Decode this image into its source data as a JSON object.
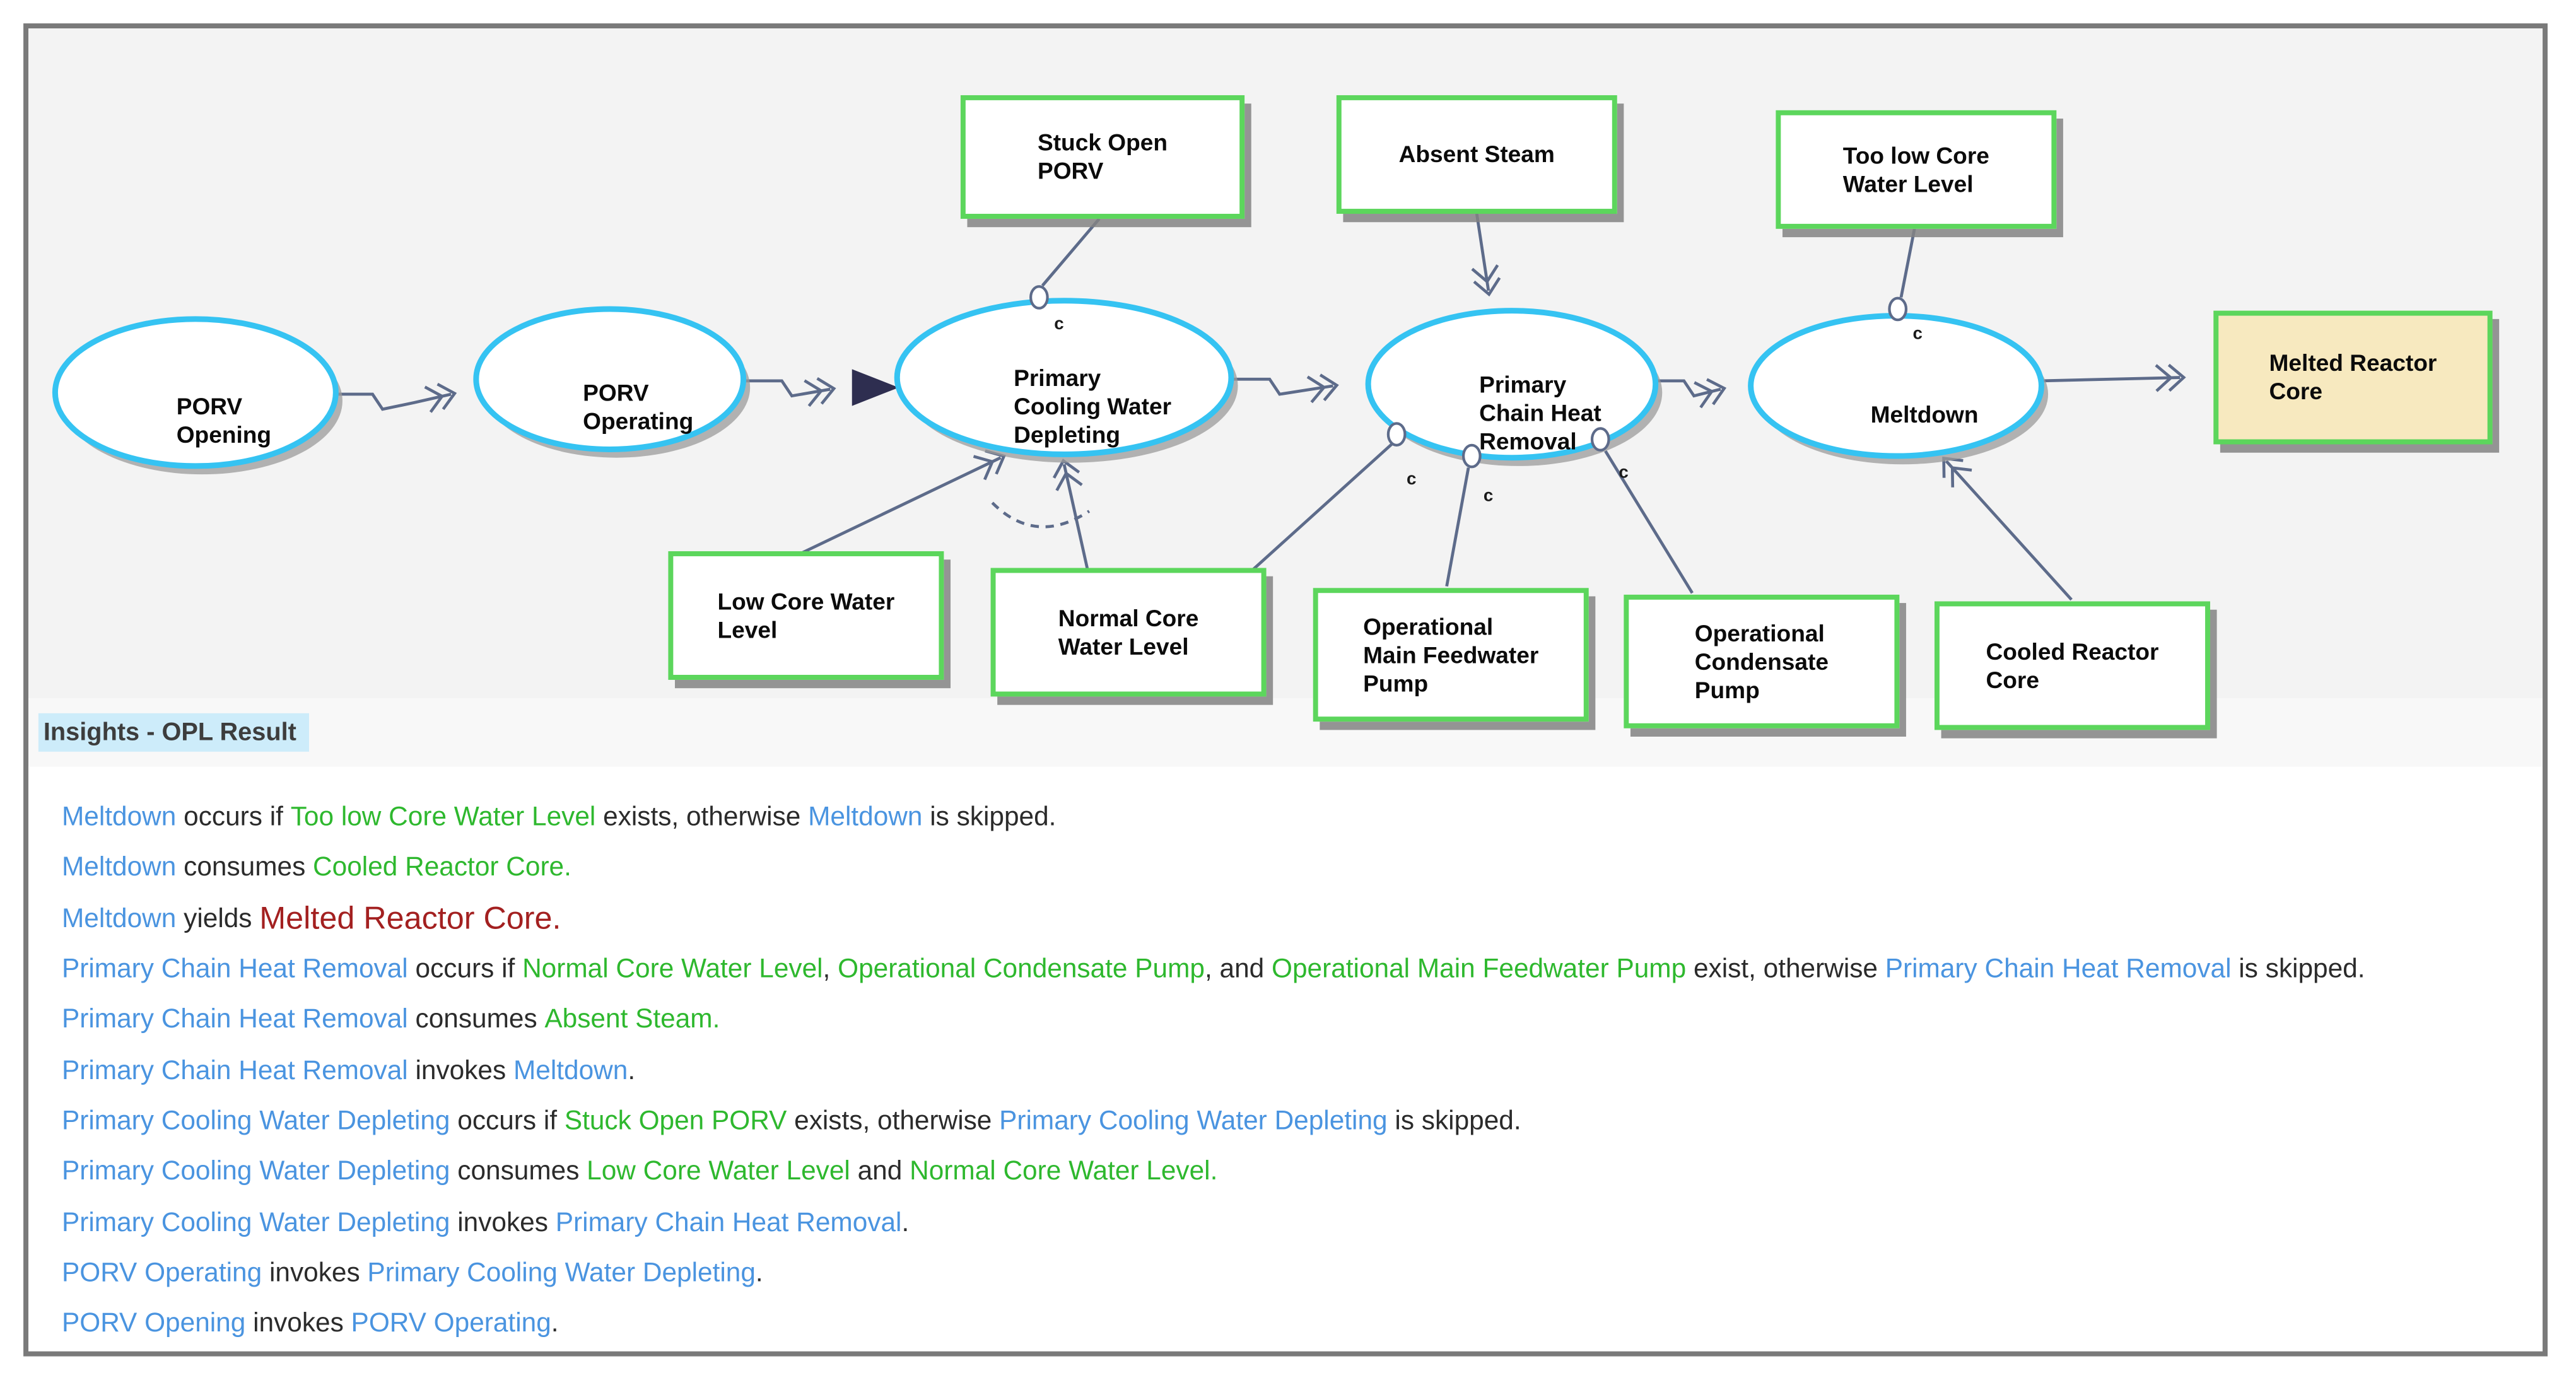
{
  "diagram": {
    "condition_label": "c",
    "colors": {
      "canvas_background": "#f3f3f3",
      "process_border": "#35c3f2",
      "object_border": "#5cd65c",
      "result_object_fill": "#f7e9bf",
      "link": "#5d6b8a",
      "process_text_color": "#4a94e0",
      "object_text_color": "#2eb82e",
      "result_text_color": "#a32020"
    },
    "nodes": {
      "porv_opening": "PORV\nOpening",
      "porv_operating": "PORV\nOperating",
      "primary_cooling_water_depleting": "Primary\nCooling Water\nDepleting",
      "primary_chain_heat_removal": "Primary\nChain Heat\nRemoval",
      "meltdown": "Meltdown",
      "stuck_open_porv": "Stuck Open\nPORV",
      "absent_steam": "Absent Steam",
      "too_low_core_water_level": "Too low Core\nWater Level",
      "melted_reactor_core": "Melted Reactor\nCore",
      "low_core_water_level": "Low Core Water\nLevel",
      "normal_core_water_level": "Normal Core\nWater Level",
      "operational_main_feedwater_pump": "Operational\nMain Feedwater\nPump",
      "operational_condensate_pump": "Operational\nCondensate\nPump",
      "cooled_reactor_core": "Cooled Reactor\nCore"
    }
  },
  "insights": {
    "title": "Insights - OPL Result",
    "lines": [
      {
        "parts": [
          {
            "t": "Meltdown",
            "c": "process"
          },
          {
            "t": " occurs if ",
            "c": "plain"
          },
          {
            "t": "Too low Core Water Level",
            "c": "object"
          },
          {
            "t": " exists, otherwise ",
            "c": "plain"
          },
          {
            "t": "Meltdown",
            "c": "process"
          },
          {
            "t": " is skipped.",
            "c": "plain"
          }
        ]
      },
      {
        "parts": [
          {
            "t": "Meltdown",
            "c": "process"
          },
          {
            "t": " consumes ",
            "c": "plain"
          },
          {
            "t": "Cooled Reactor Core.",
            "c": "object"
          }
        ]
      },
      {
        "parts": [
          {
            "t": "Meltdown",
            "c": "process"
          },
          {
            "t": " yields ",
            "c": "plain"
          },
          {
            "t": "Melted Reactor Core.",
            "c": "result"
          }
        ]
      },
      {
        "parts": [
          {
            "t": "Primary Chain Heat Removal",
            "c": "process"
          },
          {
            "t": " occurs if ",
            "c": "plain"
          },
          {
            "t": "Normal Core Water Level",
            "c": "object"
          },
          {
            "t": ", ",
            "c": "plain"
          },
          {
            "t": "Operational Condensate Pump",
            "c": "object"
          },
          {
            "t": ", and ",
            "c": "plain"
          },
          {
            "t": "Operational Main Feedwater Pump",
            "c": "object"
          },
          {
            "t": " exist, otherwise ",
            "c": "plain"
          },
          {
            "t": "Primary Chain Heat Removal",
            "c": "process"
          },
          {
            "t": " is skipped.",
            "c": "plain"
          }
        ]
      },
      {
        "parts": [
          {
            "t": "Primary Chain Heat Removal",
            "c": "process"
          },
          {
            "t": " consumes ",
            "c": "plain"
          },
          {
            "t": "Absent Steam.",
            "c": "object"
          }
        ]
      },
      {
        "parts": [
          {
            "t": "Primary Chain Heat Removal",
            "c": "process"
          },
          {
            "t": " invokes ",
            "c": "plain"
          },
          {
            "t": "Meltdown",
            "c": "process"
          },
          {
            "t": ".",
            "c": "plain"
          }
        ]
      },
      {
        "parts": [
          {
            "t": "Primary Cooling Water Depleting",
            "c": "process"
          },
          {
            "t": " occurs if ",
            "c": "plain"
          },
          {
            "t": "Stuck Open PORV",
            "c": "object"
          },
          {
            "t": " exists, otherwise ",
            "c": "plain"
          },
          {
            "t": "Primary Cooling Water Depleting",
            "c": "process"
          },
          {
            "t": " is skipped.",
            "c": "plain"
          }
        ]
      },
      {
        "parts": [
          {
            "t": "Primary Cooling Water Depleting",
            "c": "process"
          },
          {
            "t": " consumes ",
            "c": "plain"
          },
          {
            "t": "Low Core Water Level",
            "c": "object"
          },
          {
            "t": " and ",
            "c": "plain"
          },
          {
            "t": "Normal Core Water Level.",
            "c": "object"
          }
        ]
      },
      {
        "parts": [
          {
            "t": "Primary Cooling Water Depleting",
            "c": "process"
          },
          {
            "t": " invokes ",
            "c": "plain"
          },
          {
            "t": "Primary Chain Heat Removal",
            "c": "process"
          },
          {
            "t": ".",
            "c": "plain"
          }
        ]
      },
      {
        "parts": [
          {
            "t": "PORV Operating",
            "c": "process"
          },
          {
            "t": " invokes ",
            "c": "plain"
          },
          {
            "t": "Primary Cooling Water Depleting",
            "c": "process"
          },
          {
            "t": ".",
            "c": "plain"
          }
        ]
      },
      {
        "parts": [
          {
            "t": "PORV Opening",
            "c": "process"
          },
          {
            "t": " invokes ",
            "c": "plain"
          },
          {
            "t": "PORV Operating",
            "c": "process"
          },
          {
            "t": ".",
            "c": "plain"
          }
        ]
      }
    ]
  }
}
